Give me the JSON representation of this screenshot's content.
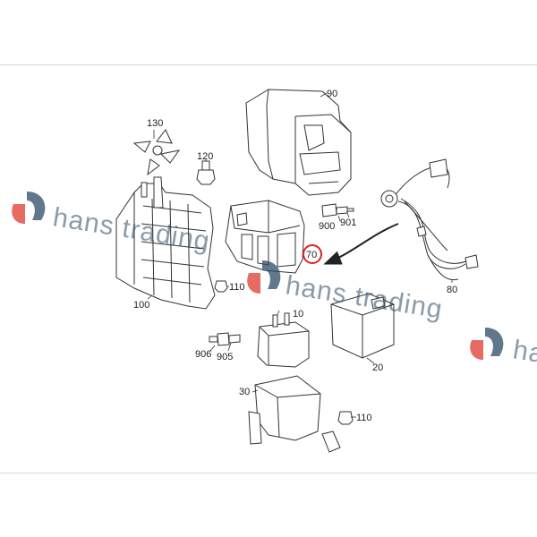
{
  "callouts": {
    "c90": "90",
    "c130": "130",
    "c120": "120",
    "c900": "900",
    "c901": "901",
    "c70": "70",
    "c80": "80",
    "c100": "100",
    "c110a": "110",
    "c10": "10",
    "c906": "906",
    "c905": "905",
    "c20": "20",
    "c30": "30",
    "c110b": "110"
  },
  "highlight": {
    "part": "70",
    "color": "#e02020"
  },
  "watermark": {
    "text": "hans trading",
    "logo_colors": {
      "red": "#e03a2e",
      "blue": "#2b4a66"
    }
  }
}
